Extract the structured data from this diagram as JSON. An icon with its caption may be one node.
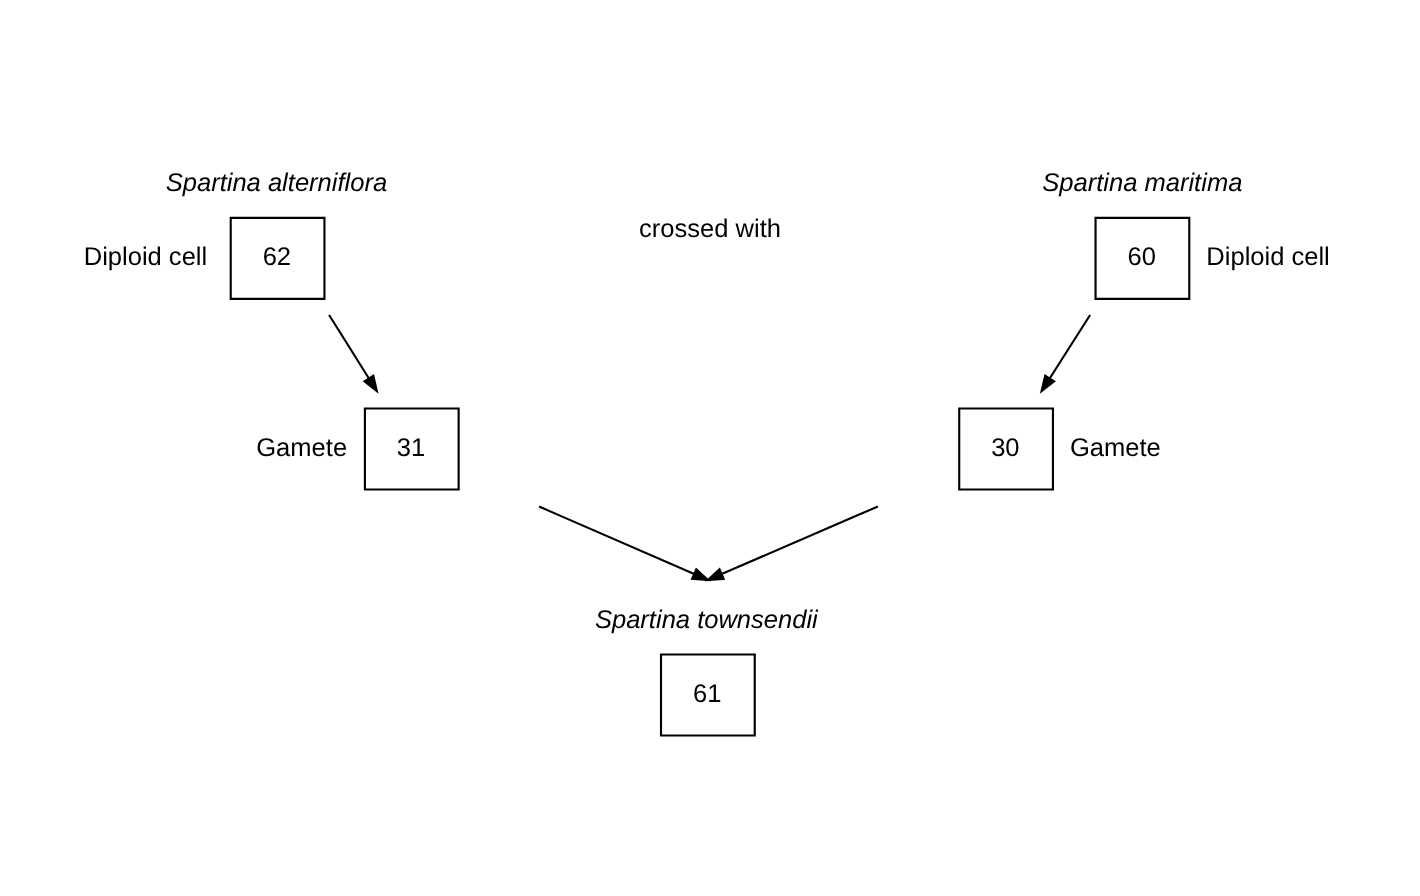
{
  "diagram": {
    "nodes": [
      {
        "text": [
          "Spartina alterniflora",
          "62"
        ],
        "beside": [
          "Diploid cell"
        ]
      },
      {
        "text": [
          "Spartina maritima",
          "60"
        ],
        "beside": [
          "Diploid cell"
        ]
      },
      {
        "text": [
          "31"
        ],
        "beside": [
          "Gamete"
        ]
      },
      {
        "text": [
          "30"
        ],
        "beside": [
          "Gamete"
        ]
      },
      {
        "text": [
          "Spartina townsendii",
          "61"
        ]
      }
    ],
    "edges": [
      {
        "from": 0,
        "to": 2,
        "arrow": "to"
      },
      {
        "from": 1,
        "to": 3,
        "arrow": "to"
      },
      {
        "from": 2,
        "to": 4,
        "arrow": "to"
      },
      {
        "from": 3,
        "to": 4,
        "arrow": "to"
      }
    ],
    "labels": [
      "crossed with"
    ]
  }
}
